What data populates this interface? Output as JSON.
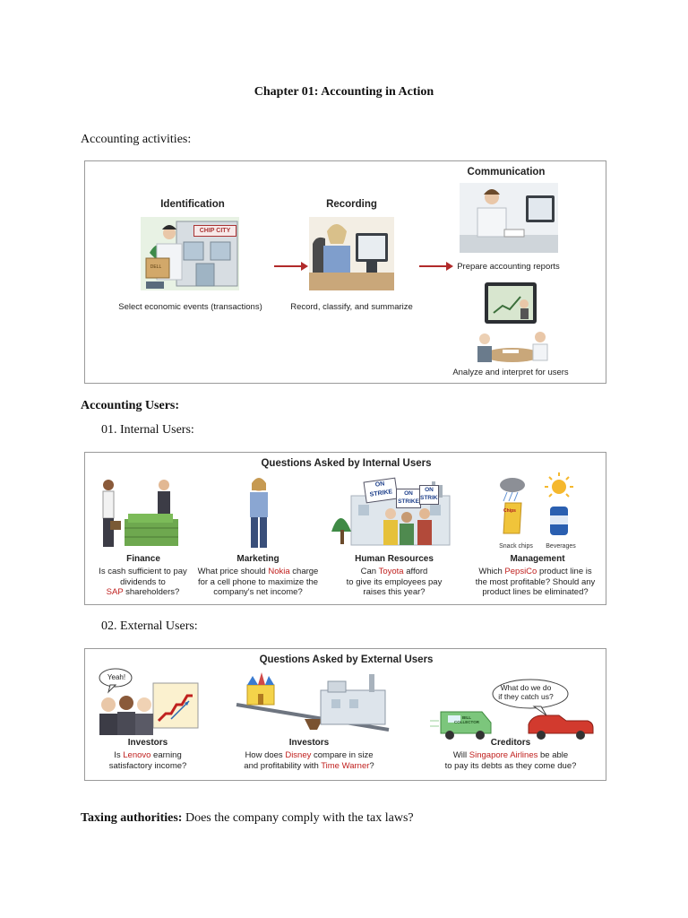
{
  "title": "Chapter 01: Accounting in Action",
  "activities_heading": "Accounting activities:",
  "activities_figure": {
    "identification": {
      "heading": "Identification",
      "sign": "CHIP CITY",
      "box_label": "DELL",
      "caption": "Select economic events (transactions)"
    },
    "recording": {
      "heading": "Recording",
      "caption": "Record, classify, and summarize"
    },
    "communication": {
      "heading": "Communication",
      "caption_reports": "Prepare accounting reports",
      "caption_analyze": "Analyze and interpret for users"
    }
  },
  "users_heading": "Accounting Users:",
  "internal_heading": "01. Internal Users:",
  "internal_figure": {
    "title": "Questions Asked by Internal Users",
    "finance": {
      "heading": "Finance",
      "line1": "Is cash sufficient to pay",
      "line2": "dividends to",
      "company": "SAP",
      "line3_rest": " shareholders?"
    },
    "marketing": {
      "heading": "Marketing",
      "line1_pre": "What price should ",
      "company": "Nokia",
      "line1_post": " charge",
      "line2": "for a cell phone to maximize the",
      "line3": "company's net income?"
    },
    "hr": {
      "heading": "Human Resources",
      "line1_pre": "Can ",
      "company": "Toyota",
      "line1_post": " afford",
      "line2": "to give its employees pay",
      "line3": "raises this year?",
      "sign1": "ON STRIKE",
      "sign2": "ON STRIKE",
      "sign3": "ON STRIKE"
    },
    "management": {
      "heading": "Management",
      "chips_label": "Snack chips",
      "bev_label": "Beverages",
      "line1_pre": "Which ",
      "company": "PepsiCo",
      "line1_post": " product line is",
      "line2": "the most profitable? Should any",
      "line3": "product lines be eliminated?"
    }
  },
  "external_heading": "02. External Users:",
  "external_figure": {
    "title": "Questions Asked by External Users",
    "investors1": {
      "bubble": "Yeah!",
      "heading": "Investors",
      "line1_pre": "Is ",
      "company": "Lenovo",
      "line1_post": " earning",
      "line2": "satisfactory income?"
    },
    "investors2": {
      "heading": "Investors",
      "line1_pre": "How does ",
      "company1": "Disney",
      "line1_post": " compare in size",
      "line2_pre": "and profitability with ",
      "company2": "Time Warner",
      "line2_post": "?"
    },
    "creditors": {
      "bubble_line1": "What do we do",
      "bubble_line2": "if they catch us?",
      "van_label": "BILL COLLECTOR",
      "heading": "Creditors",
      "line1_pre": "Will ",
      "company": "Singapore Airlines",
      "line1_post": " be able",
      "line2": "to pay its debts as they come due?"
    }
  },
  "taxing": {
    "label": "Taxing authorities:",
    "text": " Does the company comply with the tax laws?"
  }
}
